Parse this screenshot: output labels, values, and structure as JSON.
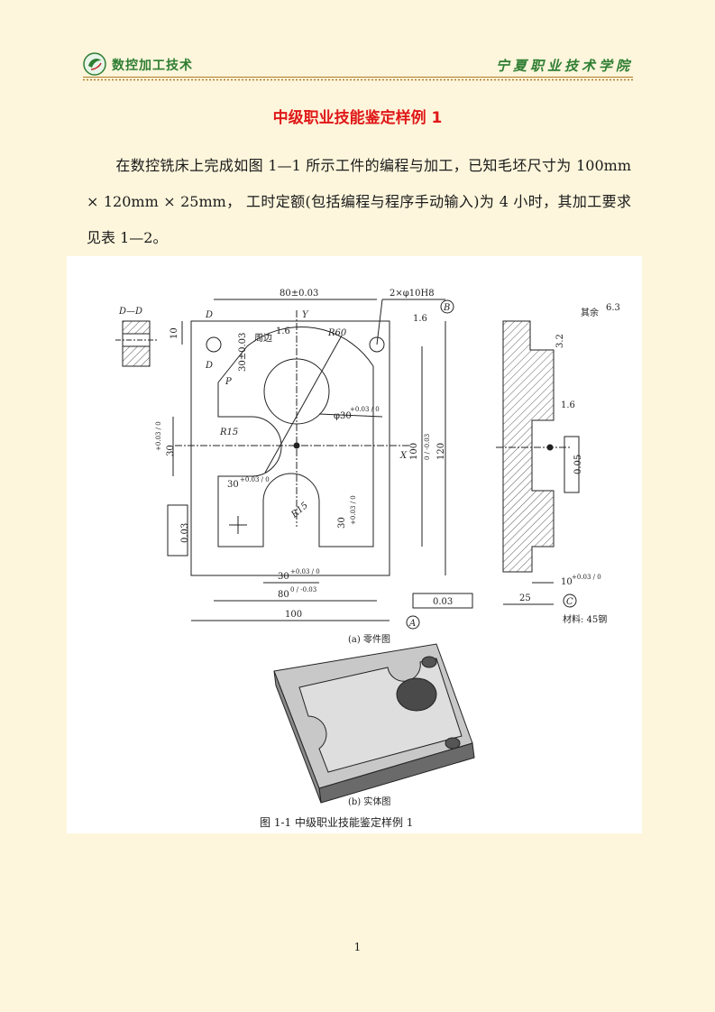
{
  "header": {
    "left": "数控加工技术",
    "right": "宁夏职业技术学院"
  },
  "title": "中级职业技能鉴定样例 1",
  "paragraph": "在数控铣床上完成如图 1—1 所示工件的编程与加工，已知毛坯尺寸为 100mm × 120mm × 25mm， 工时定额(包括编程与程序手动输入)为 4 小时，其加工要求见表 1—2。",
  "figure": {
    "section_label": "D—D",
    "labels": {
      "d_top": "D",
      "d_bottom": "D",
      "p": "P",
      "y": "Y",
      "x": "X",
      "a_datum": "A",
      "b_datum": "B",
      "c_datum": "C"
    },
    "dims": {
      "top_80": "80±0.03",
      "holes": "2×φ10H8",
      "rough_hole": "1.6",
      "side_10": "10",
      "v_30": "30±0.03",
      "perimeter": "周边",
      "perimeter_rough": "1.6",
      "r60": "R60",
      "phi30": "φ30",
      "phi30_tol": "+0.03 / 0",
      "r15_left": "R15",
      "left_30": "30",
      "left_30_tol": "+0.03 / 0",
      "slot_30": "30",
      "slot_30_tol": "+0.03 / 0",
      "r15_slot": "R15",
      "slot_depth_30": "30",
      "slot_depth_30_tol": "+0.03 / 0",
      "h_100": "100",
      "h_100_tol": "0 / -0.03",
      "h_120": "120",
      "sym_b": "0.03",
      "bottom_30": "30",
      "bottom_30_tol": "+0.03 / 0",
      "bottom_80": "80",
      "bottom_80_tol": "0 / -0.03",
      "sym_a": "0.03",
      "bottom_100": "100",
      "rest_rough_label": "其余",
      "rest_rough": "6.3",
      "side_rough_top": "3.2",
      "side_rough_mid": "1.6",
      "parallel": "0.05",
      "depth_10": "10",
      "depth_10_tol": "+0.03 / 0",
      "thick_25": "25",
      "material": "材料: 45钢"
    },
    "caption_a": "(a)  零件图",
    "caption_b": "(b)  实体图",
    "caption_main": "图 1-1     中级职业技能鉴定样例 1"
  },
  "page_number": "1"
}
